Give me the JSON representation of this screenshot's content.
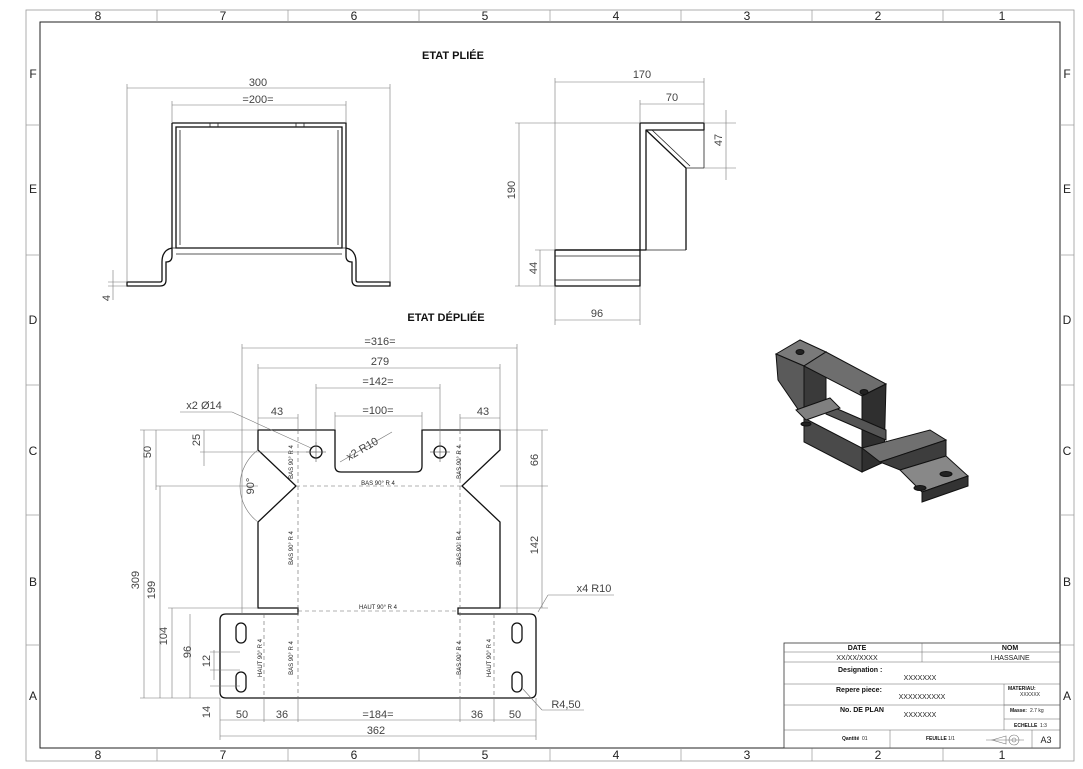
{
  "border": {
    "columns": [
      "8",
      "7",
      "6",
      "5",
      "4",
      "3",
      "2",
      "1"
    ],
    "rows": [
      "F",
      "E",
      "D",
      "C",
      "B",
      "A"
    ]
  },
  "views": {
    "folded_title": "ETAT PLIÉE",
    "unfolded_title": "ETAT DÉPLIÉE"
  },
  "dimensions": {
    "front": {
      "overall_width": "300",
      "inner_width": "=200=",
      "thickness": "4"
    },
    "side": {
      "depth": "170",
      "top_flange": "70",
      "top_height": "47",
      "total_height": "190",
      "base_height": "44",
      "base_depth": "96"
    },
    "flat": {
      "overall_316": "=316=",
      "span_279": "279",
      "hole_span": "=142=",
      "slot_width": "=100=",
      "left_43": "43",
      "right_43": "43",
      "hole_callout": "x2 Ø14",
      "slot_radius": "x2 R10",
      "d_25": "25",
      "d_50": "50",
      "d_66": "66",
      "angle": "90°",
      "d_142": "142",
      "d_309": "309",
      "d_199": "199",
      "d_104": "104",
      "d_96": "96",
      "d_12": "12",
      "d_14": "14",
      "corner_r": "x4 R10",
      "r_450": "R4,50",
      "b_50_left": "50",
      "b_36_left": "36",
      "b_184": "=184=",
      "b_36_right": "36",
      "b_50_right": "50",
      "overall_362": "362"
    },
    "bend_labels": {
      "bas_top": "BAS 90° R 4",
      "haut_mid": "HAUT 90° R 4",
      "bas_vert": "BAS 90° R 4",
      "haut_vert": "HAUT 90° R 4"
    }
  },
  "title_block": {
    "date_label": "DATE",
    "date_value": "XX/XX/XXXX",
    "nom_label": "NOM",
    "nom_value": "I.HASSAINE",
    "designation_label": "Designation :",
    "designation_value": "XXXXXXX",
    "repere_label": "Repere piece:",
    "repere_value": "XXXXXXXXXX",
    "plan_label": "No. DE PLAN",
    "plan_value": "XXXXXXX",
    "materiau_label": "MATERIAU:",
    "materiau_value": "XXXXXX",
    "masse_label": "Masse:",
    "masse_value": "2.7 kg",
    "echelle_label": "ECHELLE",
    "echelle_value": "1:3",
    "quantite_label": "Qantité",
    "quantite_value": "01",
    "feuille_label": "FEUILLE",
    "feuille_value": "1/1",
    "format": "A3"
  }
}
